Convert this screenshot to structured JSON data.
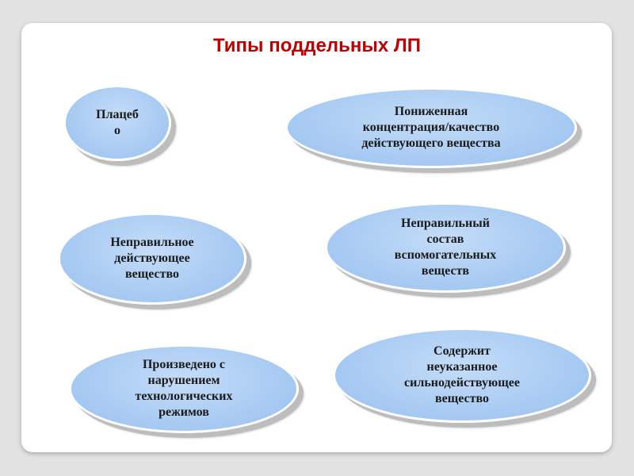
{
  "slide": {
    "title": "Типы поддельных ЛП",
    "items": [
      {
        "id": "placebo",
        "lines": [
          "Плацеб",
          "о"
        ]
      },
      {
        "id": "concentration",
        "lines": [
          "Пониженная",
          "концентрация/качество",
          "действующего вещества"
        ]
      },
      {
        "id": "wrong_substance",
        "lines": [
          "Неправильное",
          "действующее",
          "вещество"
        ]
      },
      {
        "id": "wrong_excipients",
        "lines": [
          "Неправильный",
          "состав",
          "вспомогательных",
          "веществ"
        ]
      },
      {
        "id": "technology",
        "lines": [
          "Произведено с",
          "нарушением",
          "технологических",
          "режимов"
        ]
      },
      {
        "id": "undeclared",
        "lines": [
          "Содержит",
          "неуказанное",
          "сильнодействующее",
          "вещество"
        ]
      }
    ]
  }
}
